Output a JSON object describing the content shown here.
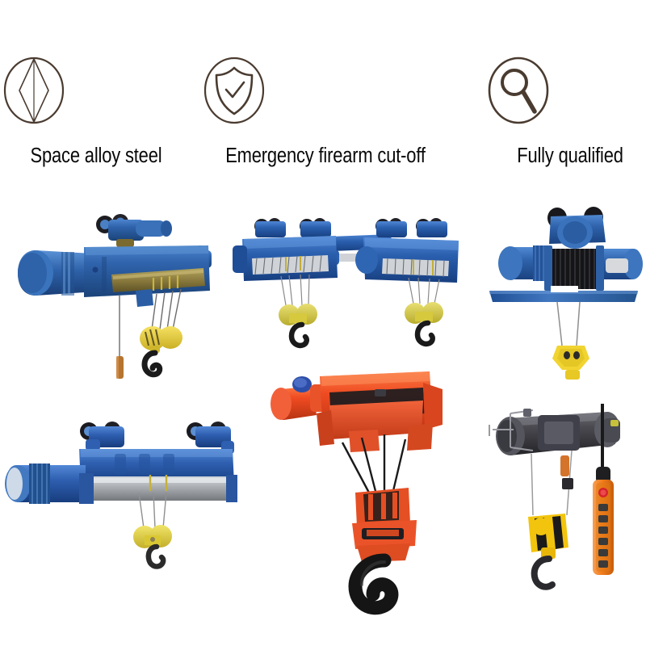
{
  "page": {
    "background_color": "#ffffff",
    "type": "product-feature-collage",
    "subject": "electric wire rope hoists"
  },
  "features": [
    {
      "id": "space-alloy-steel",
      "icon": "diamond-in-circle-icon",
      "icon_color": "#4a3b30",
      "label": "Space alloy steel"
    },
    {
      "id": "emergency-firearm-cut-off",
      "icon": "shield-check-icon",
      "icon_color": "#4a3b30",
      "label": "Emergency firearm cut-off"
    },
    {
      "id": "fully-qualified",
      "icon": "magnifier-icon",
      "icon_color": "#4a3b30",
      "label": "Fully qualified"
    }
  ],
  "products": [
    {
      "id": "blue-cd-hoist-single",
      "position": "top-left",
      "alt": "Blue CD-type electric wire rope hoist with motor, drum and yellow twin-sheave hook block",
      "body_color": "#2f63ab",
      "body_color_dark": "#1d4782",
      "drum_color": "#8a7a3e",
      "hook_block_color": "#e8d33c",
      "hook_color": "#1b1b1b"
    },
    {
      "id": "twin-hoist-trolley",
      "position": "top-center",
      "alt": "Twin blue electric hoists coupled on a cross beam with two yellow hook blocks",
      "body_color": "#2a5fae",
      "body_color_dark": "#1b4488",
      "drum_color": "#cfd3d8",
      "hook_block_color": "#d8cc4a",
      "hook_color": "#1b1b1b"
    },
    {
      "id": "blue-plate-mounted-winch",
      "position": "top-right",
      "alt": "Blue plate-mounted electric winch hoist with exposed drum and yellow hook block",
      "body_color": "#2f63ab",
      "body_color_dark": "#1c4a8c",
      "plate_color": "#2e60a6",
      "drum_color": "#1a1a1a",
      "hook_block_color": "#f2d431"
    },
    {
      "id": "blue-cd-hoist-long-drum",
      "position": "bottom-left",
      "alt": "Blue electric wire rope hoist with long grey drum and yellow sheave hook block",
      "body_color": "#2f5fb0",
      "body_color_dark": "#1d4288",
      "drum_color": "#a9adb2",
      "hook_block_color": "#e2d33d",
      "hook_color": "#2b2b2b"
    },
    {
      "id": "red-explosion-proof-hoist",
      "position": "bottom-center",
      "alt": "Red explosion-proof electric hoist with four-fall reeving and large black hook",
      "body_color": "#ef4b22",
      "body_color_dark": "#c93a16",
      "accent_color": "#2d4ea8",
      "rope_color": "#1a1a1a",
      "hook_color": "#151515"
    },
    {
      "id": "mini-electric-hoist-pendant",
      "position": "bottom-right",
      "alt": "Dark grey mini electric hoist with yellow-black hook block and orange pendant control station",
      "body_color": "#4a4a50",
      "body_color_dark": "#2e2e33",
      "hook_block_color": "#f2c40d",
      "hook_block_stripe": "#1a1a1a",
      "pendant_color": "#f07c1c",
      "pendant_button_color": "#3a3a3a",
      "estop_color": "#d4262a"
    }
  ]
}
